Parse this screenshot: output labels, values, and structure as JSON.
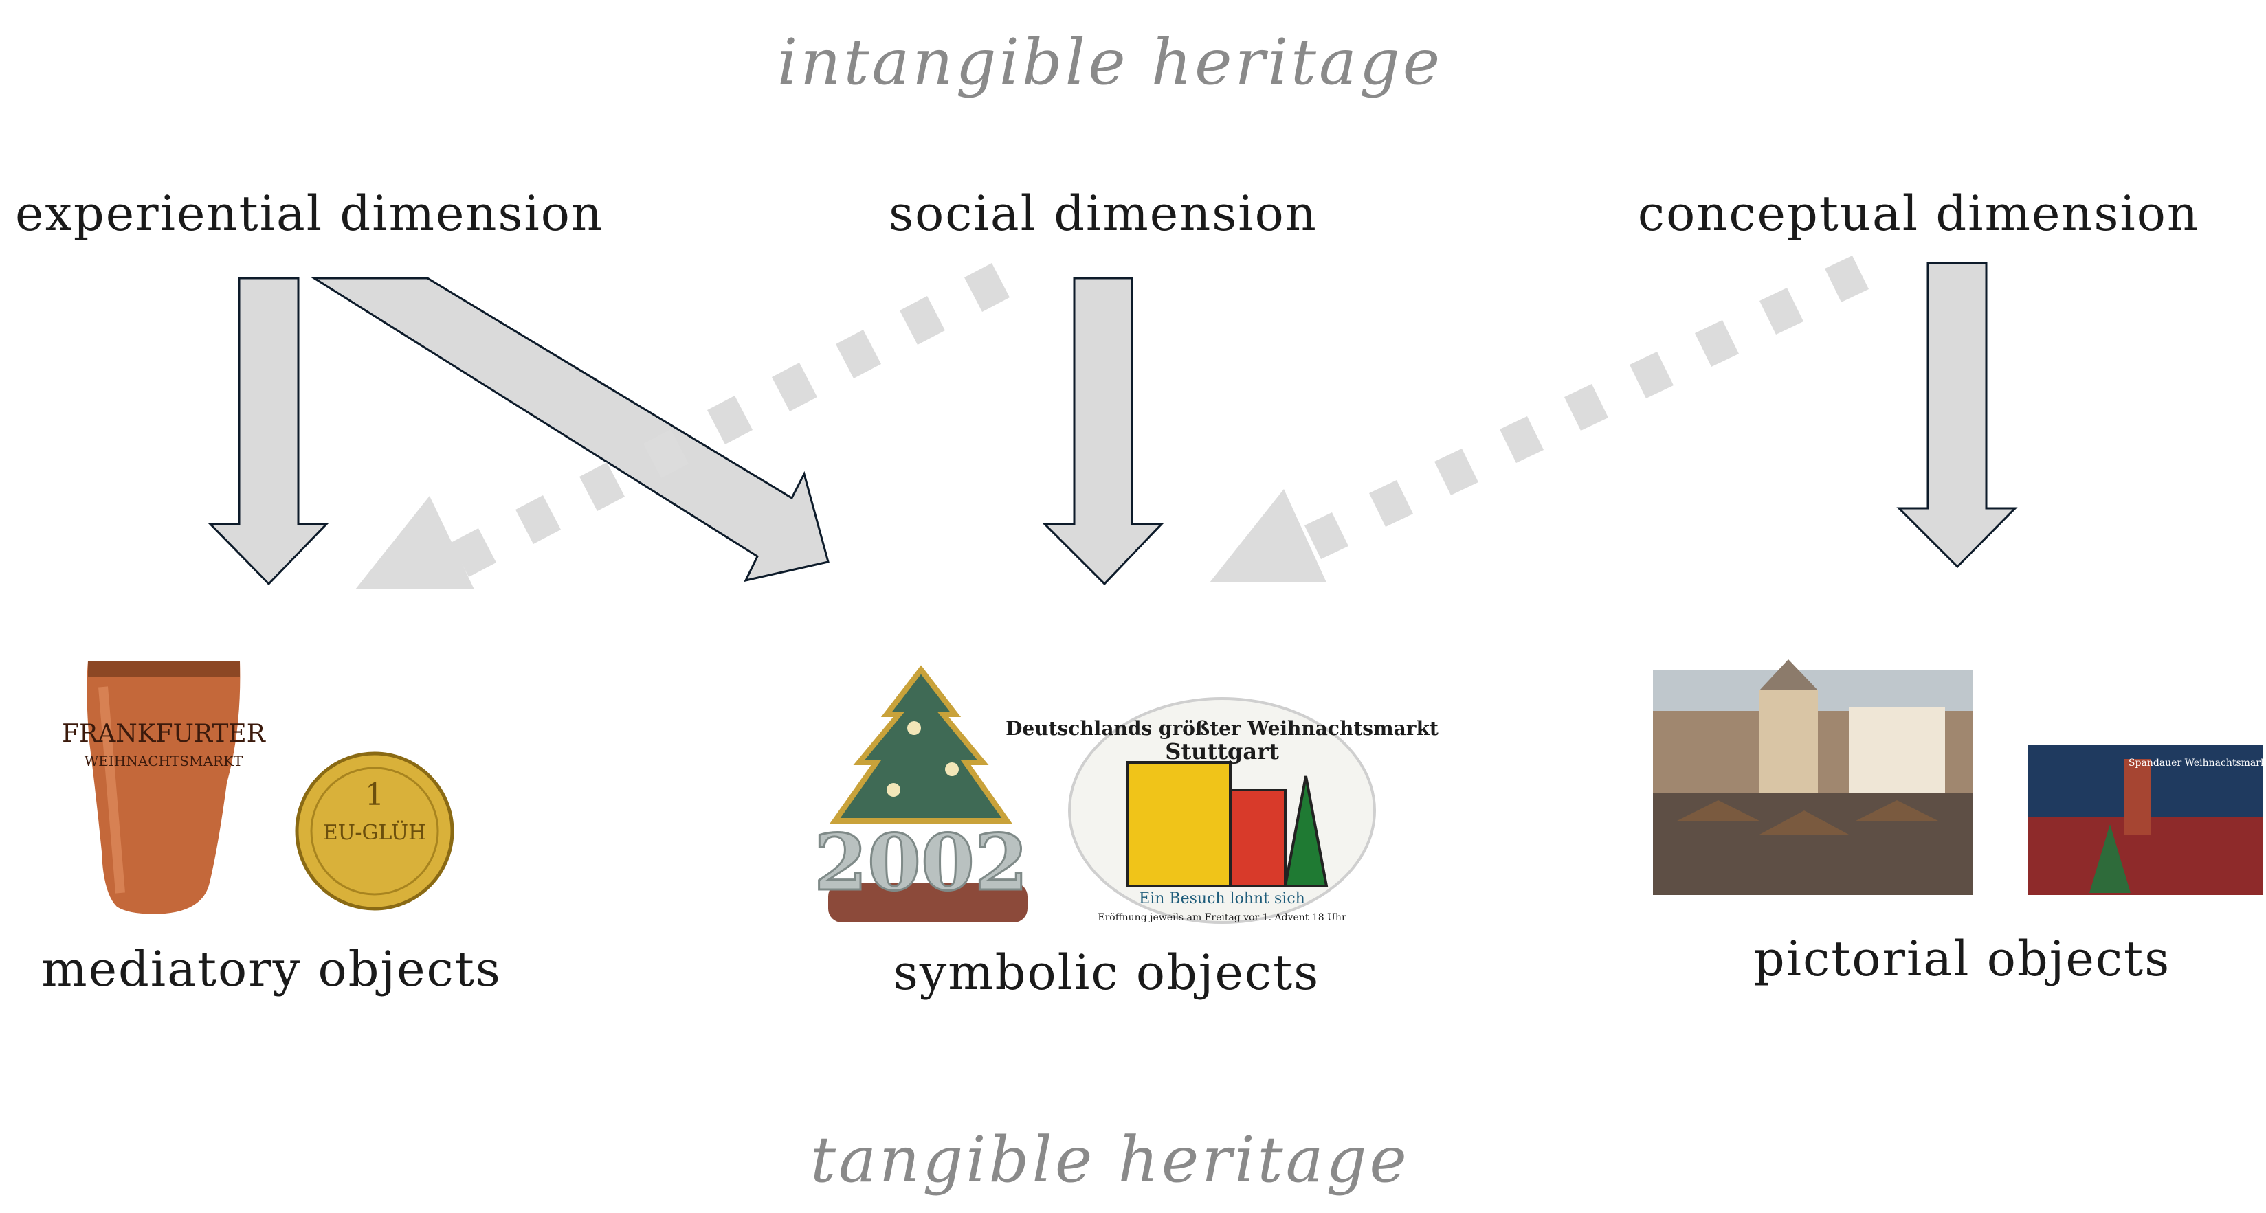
{
  "title_top": "intangible heritage",
  "title_bottom": "tangible heritage",
  "dimensions": {
    "experiential": "experiential dimension",
    "social": "social dimension",
    "conceptual": "conceptual dimension"
  },
  "objects": {
    "mediatory": "mediatory objects",
    "symbolic": "symbolic objects",
    "pictorial": "pictorial objects"
  },
  "images": {
    "cup_text_1": "FRANKFURTER",
    "cup_text_2": "WEIHNACHTSMARKT",
    "coin_text_1": "1",
    "coin_text_2": "EU-GLÜH",
    "pin_year": "2002",
    "badge_top": "Deutschlands größter Weihnachtsmarkt",
    "badge_city": "Stuttgart",
    "badge_bottom_1": "Ein Besuch lohnt sich",
    "badge_bottom_2": "Eröffnung jeweils am Freitag vor 1. Advent 18 Uhr",
    "postcard_title": "Spandauer Weihnachtsmarkt"
  },
  "colors": {
    "heritage_text": "#8a8a8a",
    "arrow_fill": "#dadada",
    "arrow_stroke": "#0d1b2a",
    "dashed_arrow": "#dcdcdc"
  }
}
